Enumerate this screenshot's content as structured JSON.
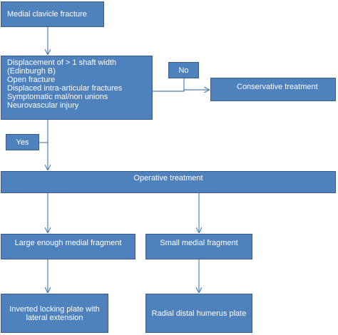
{
  "nodes": {
    "start": "Medial clavicle fracture",
    "criteria": [
      "Displacement of > 1 shaft width",
      "(Edinburgh B)",
      "Open fracture",
      "Displaced intra-articular fractures",
      "Symptomatic mal/non unions",
      "Neurovascular injury"
    ],
    "no": "No",
    "conservative": "Conservative treatment",
    "yes": "Yes",
    "operative": "Operative treatment",
    "large_fragment": "Large enough medial fragment",
    "small_fragment": "Small medial fragment",
    "plate_1_line1": "Inverted locking plate with",
    "plate_1_line2": "lateral extension",
    "plate_2": "Radial distal humerus plate"
  },
  "colors": {
    "box_fill": "#4f81bd",
    "box_border": "#385d8a",
    "connector": "#4f81bd",
    "text": "#ffffff"
  }
}
